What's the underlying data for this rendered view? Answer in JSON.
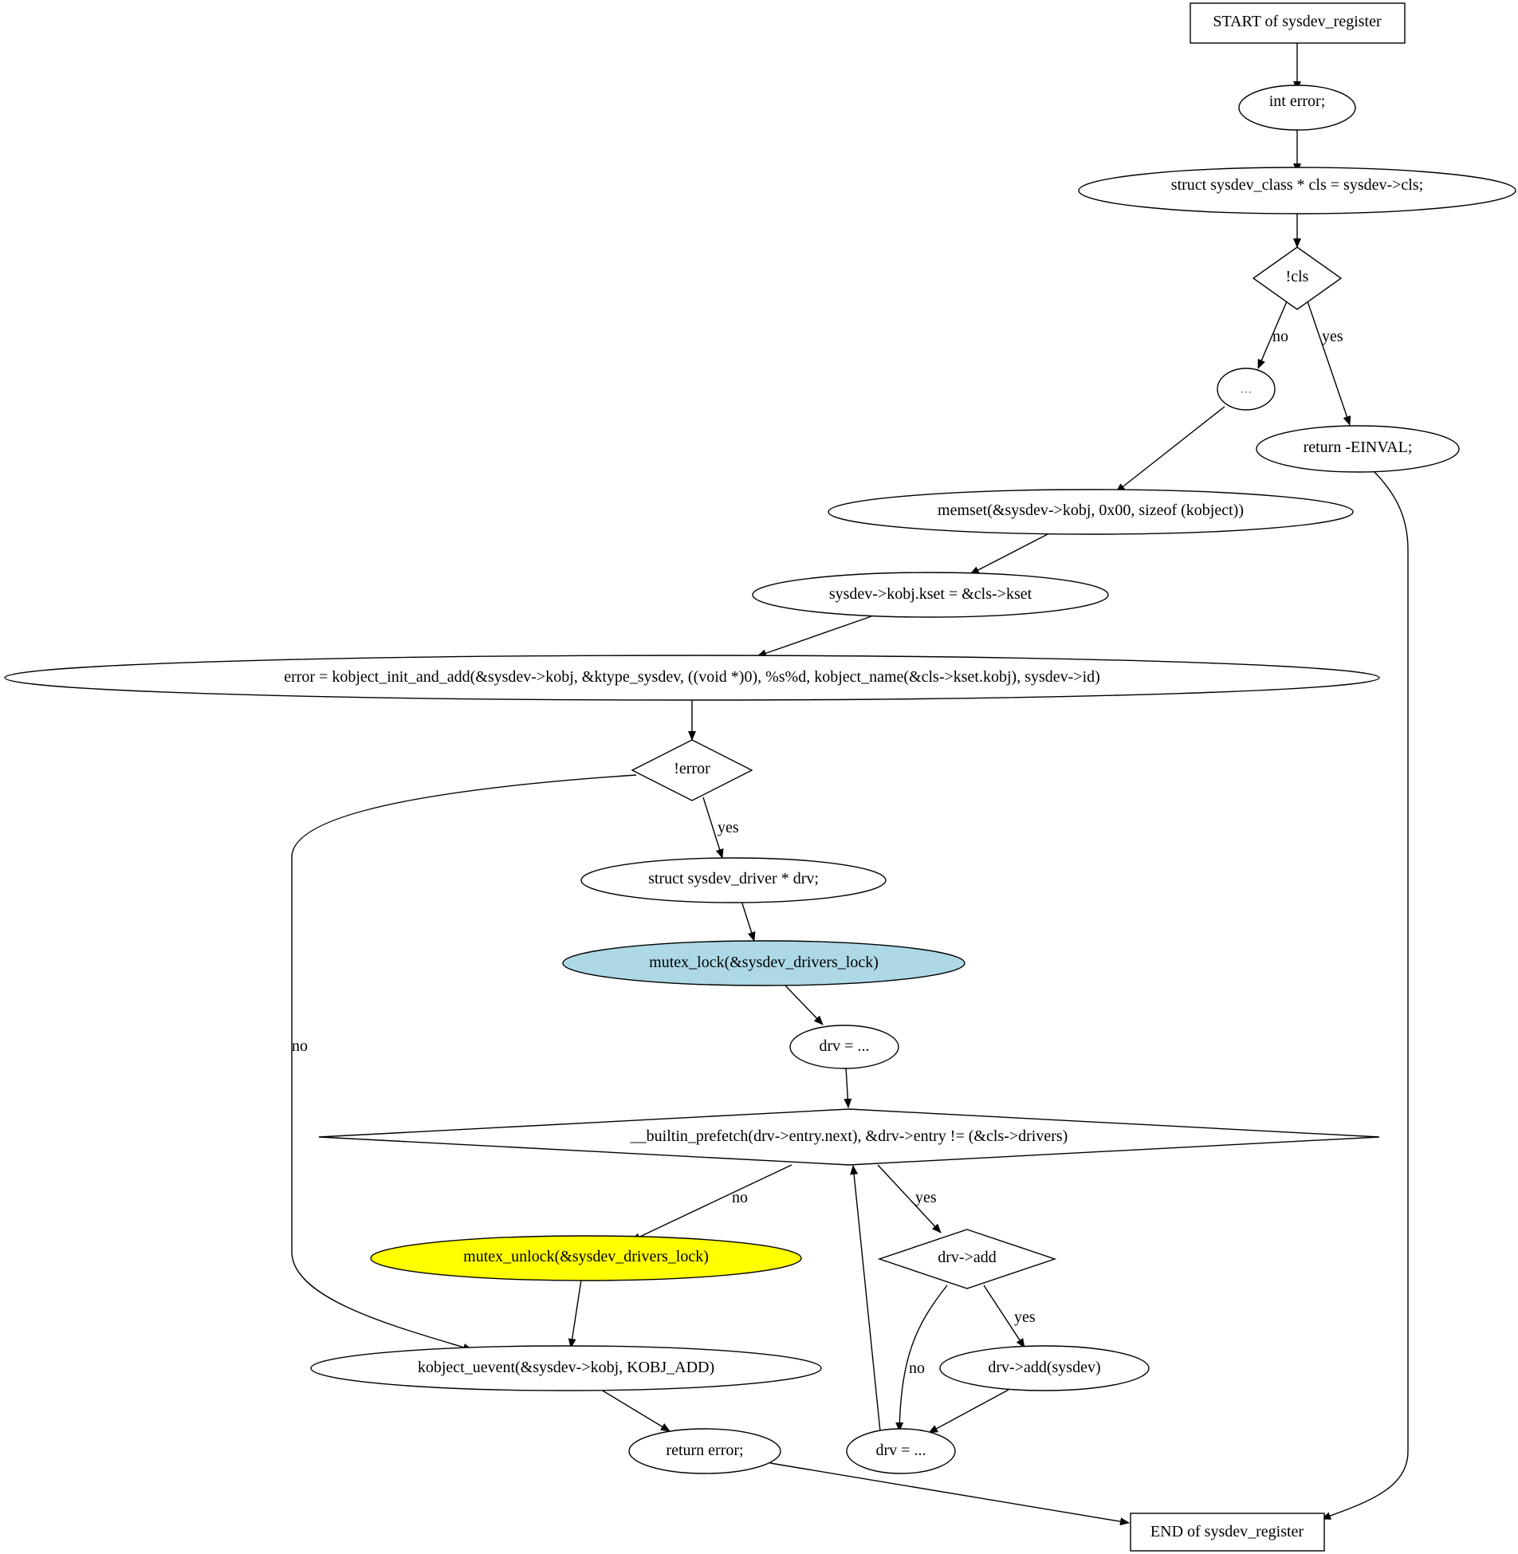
{
  "diagram": {
    "nodes": {
      "start": "START of sysdev_register",
      "int_error": "int error;",
      "cls_decl": "struct sysdev_class * cls = sysdev->cls;",
      "cond_cls": "!cls",
      "ellipsis": "...",
      "return_einval": "return -EINVAL;",
      "memset": "memset(&sysdev->kobj, 0x00, sizeof (kobject))",
      "kset_assign": "sysdev->kobj.kset = &cls->kset",
      "kobject_init": "error = kobject_init_and_add(&sysdev->kobj, &ktype_sysdev, ((void *)0), %s%d, kobject_name(&cls->kset.kobj), sysdev->id)",
      "cond_error": "!error",
      "drv_decl": "struct sysdev_driver * drv;",
      "mutex_lock": "mutex_lock(&sysdev_drivers_lock)",
      "drv_init": "drv = ...",
      "loop_cond": "__builtin_prefetch(drv->entry.next), &drv->entry != (&cls->drivers)",
      "mutex_unlock": "mutex_unlock(&sysdev_drivers_lock)",
      "cond_add": "drv->add",
      "drv_add_call": "drv->add(sysdev)",
      "kobject_uevent": "kobject_uevent(&sysdev->kobj, KOBJ_ADD)",
      "return_error": "return error;",
      "drv_next": "drv = ...",
      "end": "END of sysdev_register"
    },
    "edge_labels": {
      "cls_no": "no",
      "cls_yes": "yes",
      "error_yes": "yes",
      "error_no": "no",
      "loop_no": "no",
      "loop_yes": "yes",
      "add_yes": "yes",
      "add_no": "no"
    },
    "colors": {
      "mutex_lock_fill": "#add8e6",
      "mutex_unlock_fill": "#ffff00"
    }
  }
}
